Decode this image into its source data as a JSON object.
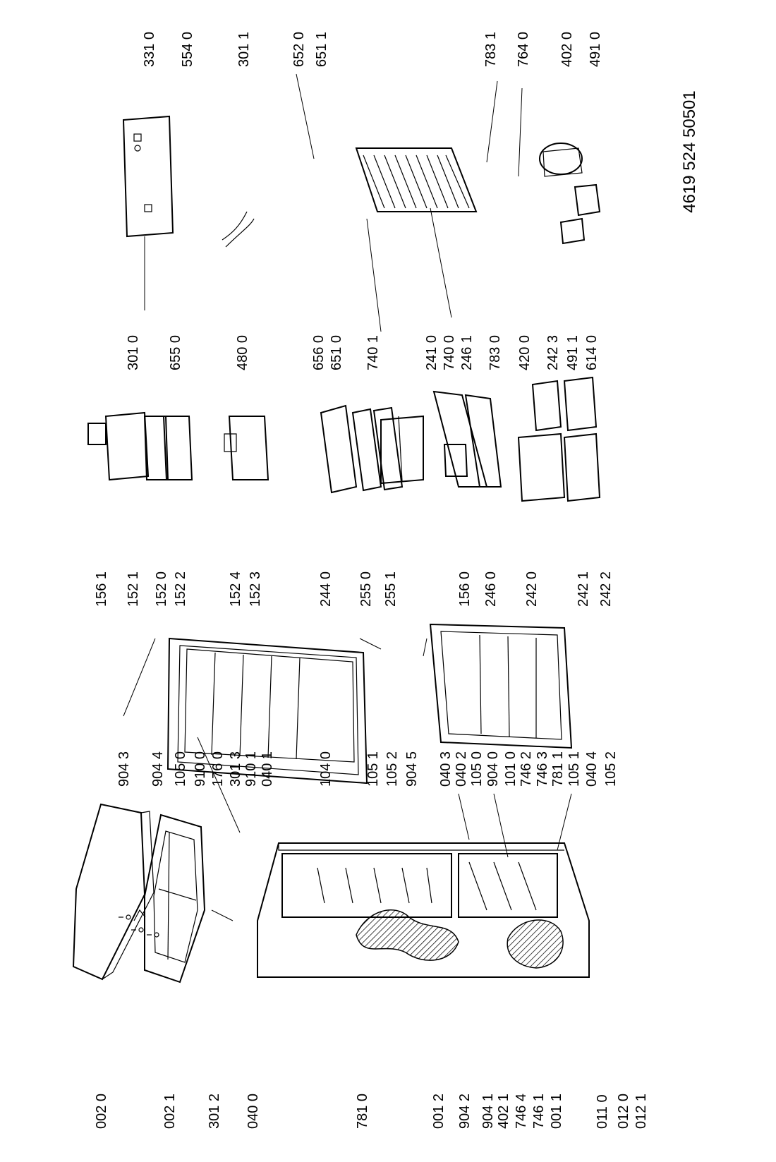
{
  "document_code": "4619 524 50501",
  "labels": {
    "col1": [
      "002 0",
      "002 1",
      "301 2",
      "040 0",
      "781 0",
      "001 2",
      "904 2",
      "904 1",
      "402 1",
      "746 4",
      "746 1",
      "001 1",
      "011 0",
      "012 0",
      "012 1"
    ],
    "col2a": [
      "904 3",
      "904 4",
      "105 0",
      "910 0",
      "176 0",
      "301 3",
      "910 1",
      "040 1",
      "104 0",
      "105 1",
      "105 2",
      "904 5"
    ],
    "col2b": [
      "040 3",
      "040 2",
      "105 0",
      "904 0",
      "101 0",
      "746 2",
      "746 3",
      "781 1",
      "105 1",
      "040 4",
      "105 2"
    ],
    "col3": [
      "156 1",
      "152 1",
      "152 0",
      "152 2",
      "152 4",
      "152 3",
      "244 0",
      "255 0",
      "255 1",
      "156 0",
      "246 0",
      "242 0",
      "242 1",
      "242 2"
    ],
    "col4": [
      "301 0",
      "655 0",
      "480 0",
      "656 0",
      "651 0",
      "740 1",
      "241 0",
      "740 0",
      "246 1",
      "783 0",
      "420 0",
      "242 3",
      "491 1",
      "614 0"
    ],
    "col5": [
      "331 0",
      "554 0",
      "301 1",
      "652 0",
      "651 1",
      "783 1",
      "764 0",
      "402 0",
      "491 0"
    ]
  }
}
